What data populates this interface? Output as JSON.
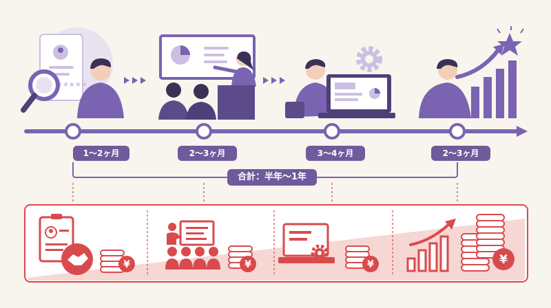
{
  "colors": {
    "purple": "#7a63b1",
    "purple_dark": "#4f3f78",
    "purple_light": "#cbc0e2",
    "red": "#d94a4d",
    "red_light": "#f6d7d3",
    "background": "#f8f4ee"
  },
  "timeline": {
    "stages": [
      {
        "duration": "1〜2ヶ月",
        "icon": "recruiting-magnifier-person-icon"
      },
      {
        "duration": "2〜3ヶ月",
        "icon": "training-presentation-icon"
      },
      {
        "duration": "3〜4ヶ月",
        "icon": "person-at-laptop-gear-icon"
      },
      {
        "duration": "2〜3ヶ月",
        "icon": "growth-chart-star-icon"
      }
    ],
    "total_label": "合計：半年〜1年"
  },
  "cost_panel": {
    "sections": [
      {
        "icon": "resume-handshake-icon",
        "cost_icon": "coin-stack-yen-icon"
      },
      {
        "icon": "audience-presentation-icon",
        "cost_icon": "coin-stack-yen-icon"
      },
      {
        "icon": "laptop-settings-icon",
        "cost_icon": "coin-stack-yen-icon"
      },
      {
        "icon": "rising-bar-chart-icon",
        "cost_icon": "coin-stacks-yen-icon"
      }
    ],
    "currency_symbol": "¥"
  }
}
